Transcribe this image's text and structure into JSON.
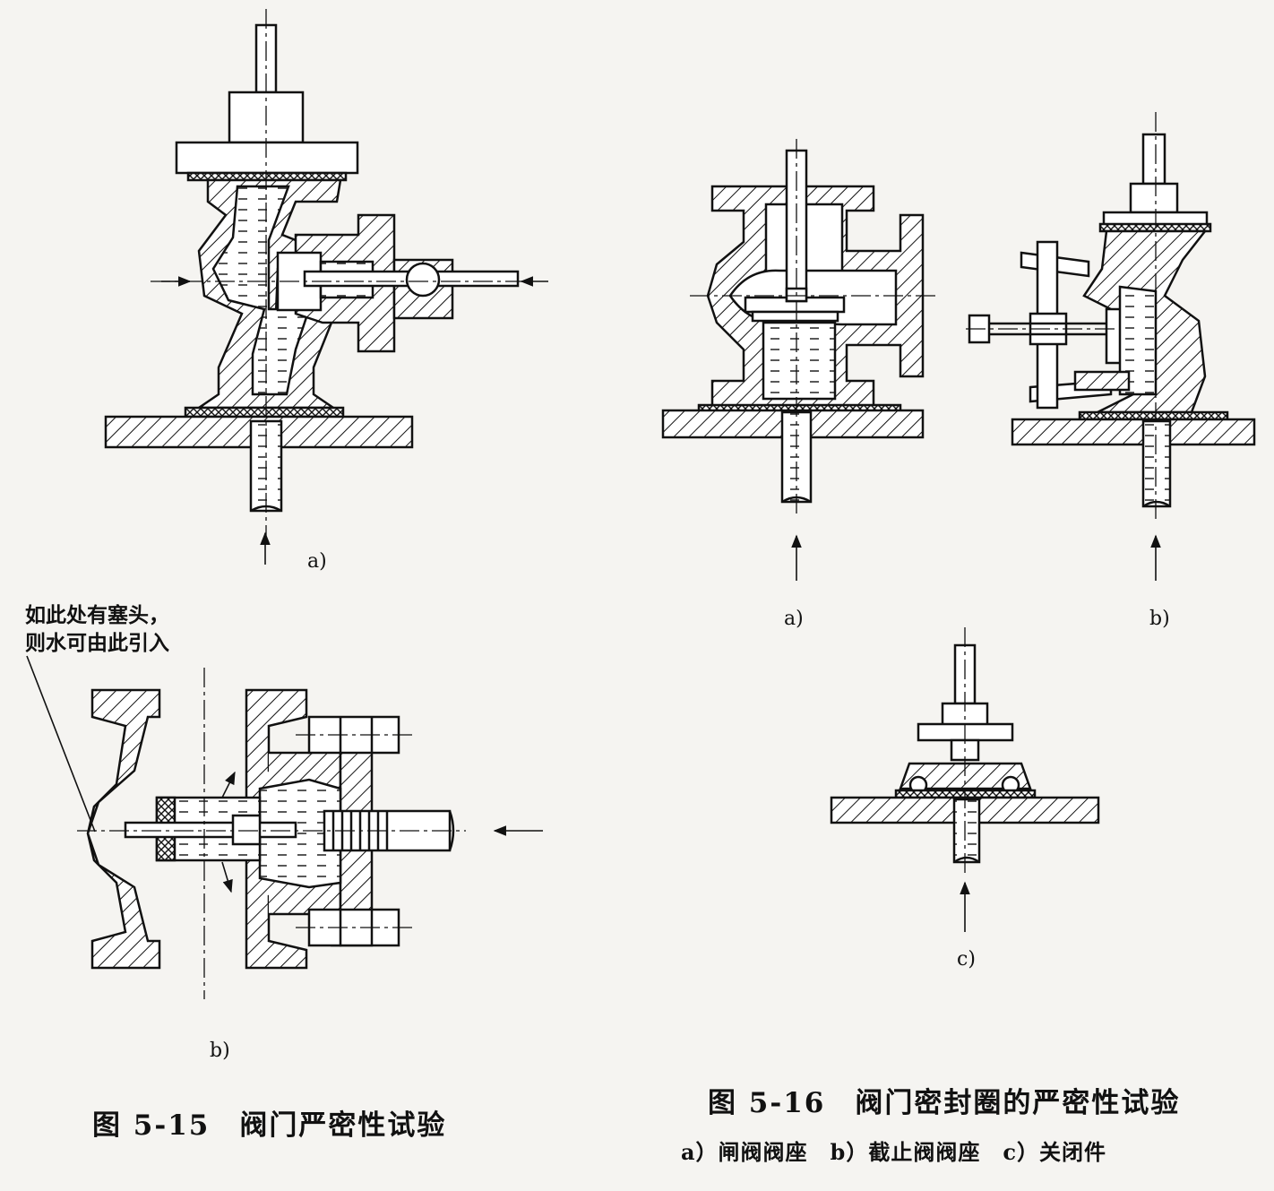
{
  "fig515": {
    "label_a": "a)",
    "label_b": "b)",
    "note_line1": "如此处有塞头，",
    "note_line2": "则水可由此引入",
    "caption": "图 5-15　阀门严密性试验"
  },
  "fig516": {
    "label_a": "a)",
    "label_b": "b)",
    "label_c": "c)",
    "caption": "图 5-16　阀门密封圈的严密性试验",
    "subcaption": "a）闸阀阀座　b）截止阀阀座　c）关闭件"
  }
}
